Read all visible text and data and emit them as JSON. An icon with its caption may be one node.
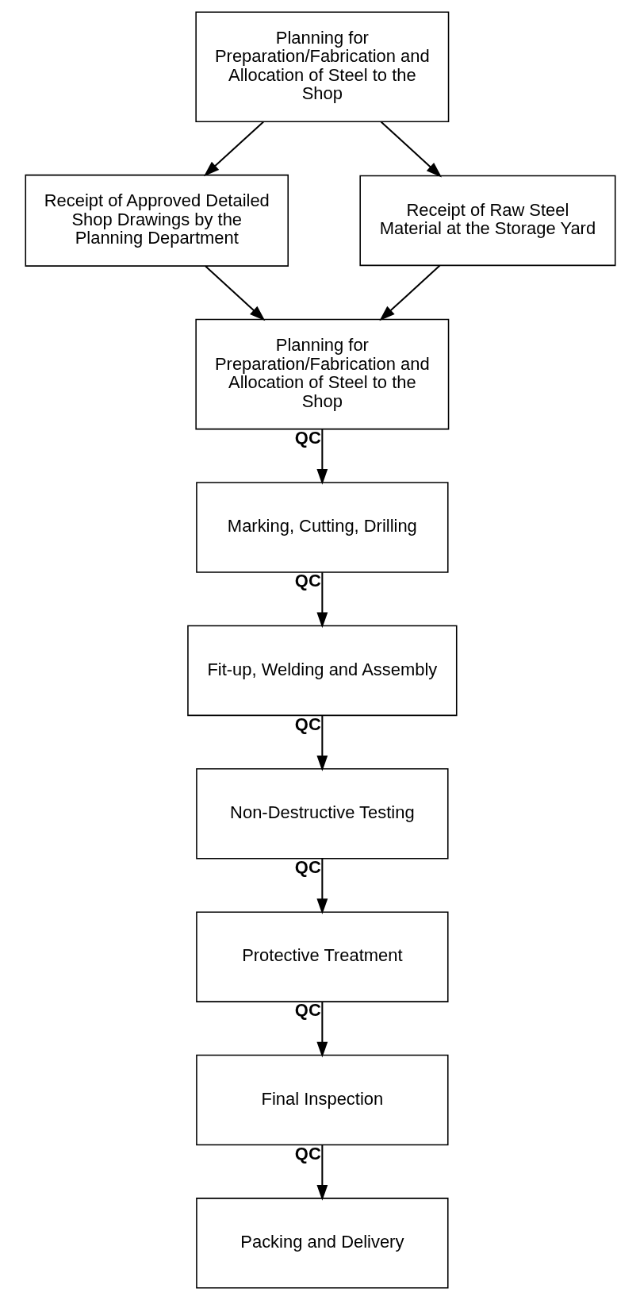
{
  "diagram": {
    "nodes": [
      {
        "text": [
          "Planning for Preparation/Fabrication and Allocation of Steel to the Shop"
        ]
      },
      {
        "text": [
          "Receipt of Approved Detailed Shop Drawings by the Planning Department"
        ]
      },
      {
        "text": [
          "Receipt of Raw Steel Material at the Storage Yard"
        ]
      },
      {
        "text": [
          "Planning for Preparation/Fabrication and Allocation of Steel to the Shop"
        ]
      },
      {
        "text": [
          "Marking, Cutting, Drilling"
        ]
      },
      {
        "text": [
          "Fit-up, Welding and Assembly"
        ]
      },
      {
        "text": [
          "Non-Destructive Testing"
        ]
      },
      {
        "text": [
          "Protective Treatment"
        ]
      },
      {
        "text": [
          "Final Inspection"
        ]
      },
      {
        "text": [
          "Packing and Delivery"
        ]
      }
    ],
    "edges": [
      {
        "from": 0,
        "to": 1,
        "arrow": "to"
      },
      {
        "from": 0,
        "to": 2,
        "arrow": "to"
      },
      {
        "from": 1,
        "to": 3,
        "arrow": "to"
      },
      {
        "from": 2,
        "to": 3,
        "arrow": "to"
      },
      {
        "from": 3,
        "to": 4,
        "arrow": "to",
        "label": "QC"
      },
      {
        "from": 4,
        "to": 5,
        "arrow": "to",
        "label": "QC"
      },
      {
        "from": 5,
        "to": 6,
        "arrow": "to",
        "label": "QC"
      },
      {
        "from": 6,
        "to": 7,
        "arrow": "to",
        "label": "QC"
      },
      {
        "from": 7,
        "to": 8,
        "arrow": "to",
        "label": "QC"
      },
      {
        "from": 8,
        "to": 9,
        "arrow": "to",
        "label": "QC"
      }
    ]
  }
}
